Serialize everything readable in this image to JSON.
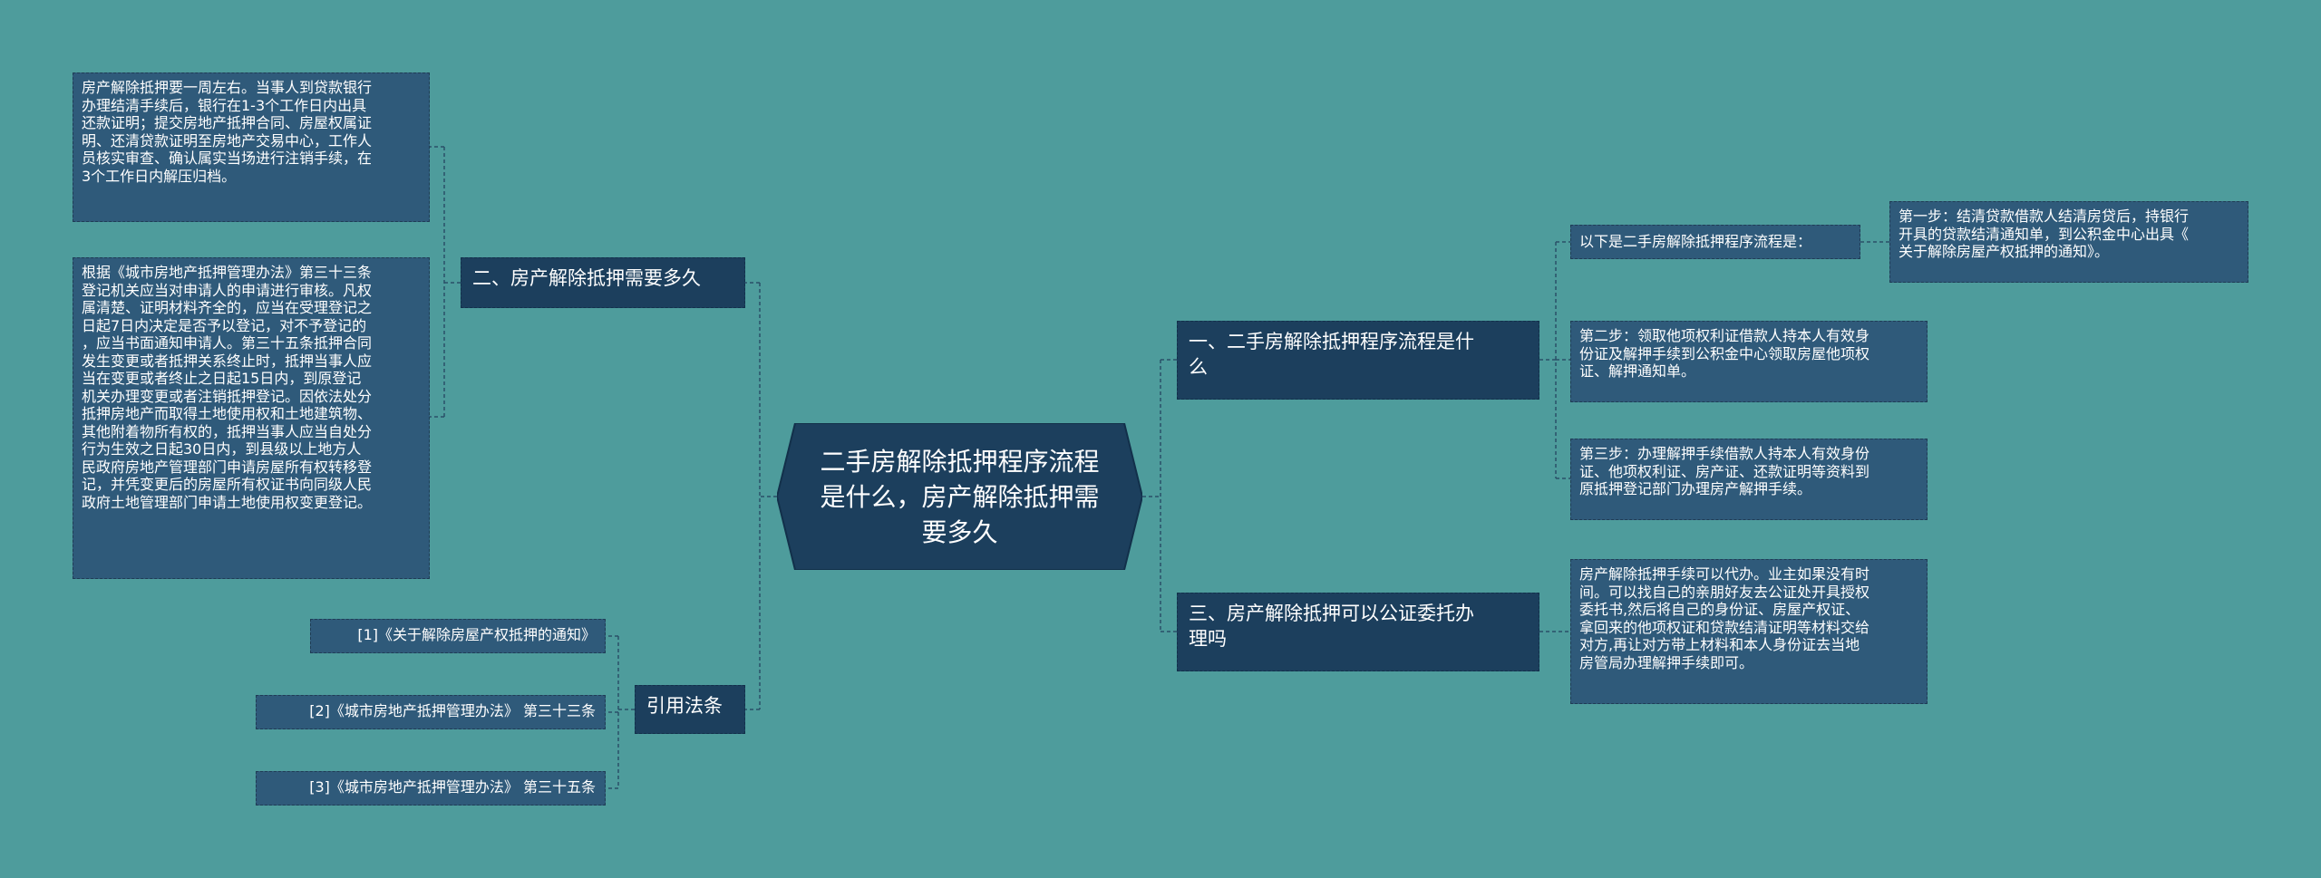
{
  "root": {
    "title": "二手房解除抵押程序流程\n是什么，房产解除抵押需\n要多久"
  },
  "branches": {
    "b1": "一、二手房解除抵押程序流程是什\n么",
    "b2": "二、房产解除抵押需要多久",
    "b3": "三、房产解除抵押可以公证委托办\n理吗",
    "b4": "引用法条"
  },
  "leaves": {
    "b1_intro": "以下是二手房解除抵押程序流程是：",
    "b1_step1": "第一步：结清贷款借款人结清房贷后，持银行\n开具的贷款结清通知单，到公积金中心出具《\n关于解除房屋产权抵押的通知》。",
    "b1_step2": "第二步：领取他项权利证借款人持本人有效身\n份证及解押手续到公积金中心领取房屋他项权\n证、解押通知单。",
    "b1_step3": "第三步：办理解押手续借款人持本人有效身份\n证、他项权利证、房产证、还款证明等资料到\n原抵押登记部门办理房产解押手续。",
    "b2_a": "房产解除抵押要一周左右。当事人到贷款银行\n办理结清手续后，银行在1-3个工作日内出具\n还款证明；提交房地产抵押合同、房屋权属证\n明、还清贷款证明至房地产交易中心，工作人\n员核实审查、确认属实当场进行注销手续，在\n3个工作日内解压归档。",
    "b2_b": "根据《城市房地产抵押管理办法》第三十三条\n登记机关应当对申请人的申请进行审核。凡权\n属清楚、证明材料齐全的，应当在受理登记之\n日起7日内决定是否予以登记，对不予登记的\n，应当书面通知申请人。第三十五条抵押合同\n发生变更或者抵押关系终止时，抵押当事人应\n当在变更或者终止之日起15日内，到原登记\n机关办理变更或者注销抵押登记。因依法处分\n抵押房地产而取得土地使用权和土地建筑物、\n其他附着物所有权的，抵押当事人应当自处分\n行为生效之日起30日内，到县级以上地方人\n民政府房地产管理部门申请房屋所有权转移登\n记，并凭变更后的房屋所有权证书向同级人民\n政府土地管理部门申请土地使用权变更登记。",
    "b3_a": "房产解除抵押手续可以代办。业主如果没有时\n间。可以找自己的亲朋好友去公证处开具授权\n委托书,然后将自己的身份证、房屋产权证、\n拿回来的他项权证和贷款结清证明等材料交给\n对方,再让对方带上材料和本人身份证去当地\n房管局办理解押手续即可。",
    "ref1": "[1]《关于解除房屋产权抵押的通知》",
    "ref2": "[2]《城市房地产抵押管理办法》 第三十三条",
    "ref3": "[3]《城市房地产抵押管理办法》 第三十五条"
  },
  "colors": {
    "background": "#4e9c9c",
    "root": "#1c3f5d",
    "branch": "#1c3f5d",
    "leaf": "#2f5a7a",
    "line": "#2a5068"
  }
}
